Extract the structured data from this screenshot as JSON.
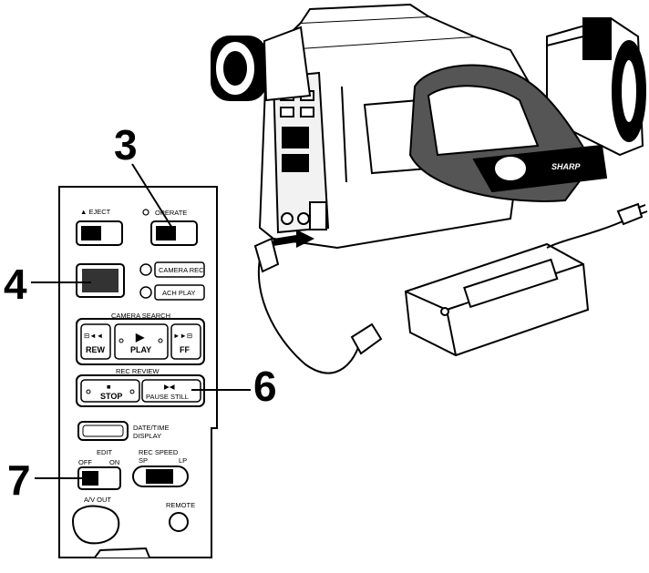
{
  "callouts": {
    "c3": "3",
    "c4": "4",
    "c6": "6",
    "c7": "7"
  },
  "panel": {
    "eject": "▲ EJECT",
    "operate": "OPERATE",
    "camera_rec": "CAMERA REC",
    "ach_play": "ACH PLAY",
    "camera_search": "CAMERA SEARCH",
    "rew": "REW",
    "rew_sym": "⊟◄◄",
    "play": "PLAY",
    "play_sym": "▶",
    "ff": "FF",
    "ff_sym": "►►⊟",
    "rec_review": "REC REVIEW",
    "stop": "STOP",
    "stop_sym": "■",
    "pause_still": "PAUSE STILL",
    "pause_sym": "▶◀",
    "date_time_display_1": "DATE/TIME",
    "date_time_display_2": "DISPLAY",
    "edit": "EDIT",
    "off": "OFF",
    "on": "ON",
    "rec_speed": "REC SPEED",
    "sp": "SP",
    "lp": "LP",
    "av_out": "A/V OUT",
    "remote": "REMOTE"
  },
  "camera": {
    "brand": "SHARP"
  }
}
